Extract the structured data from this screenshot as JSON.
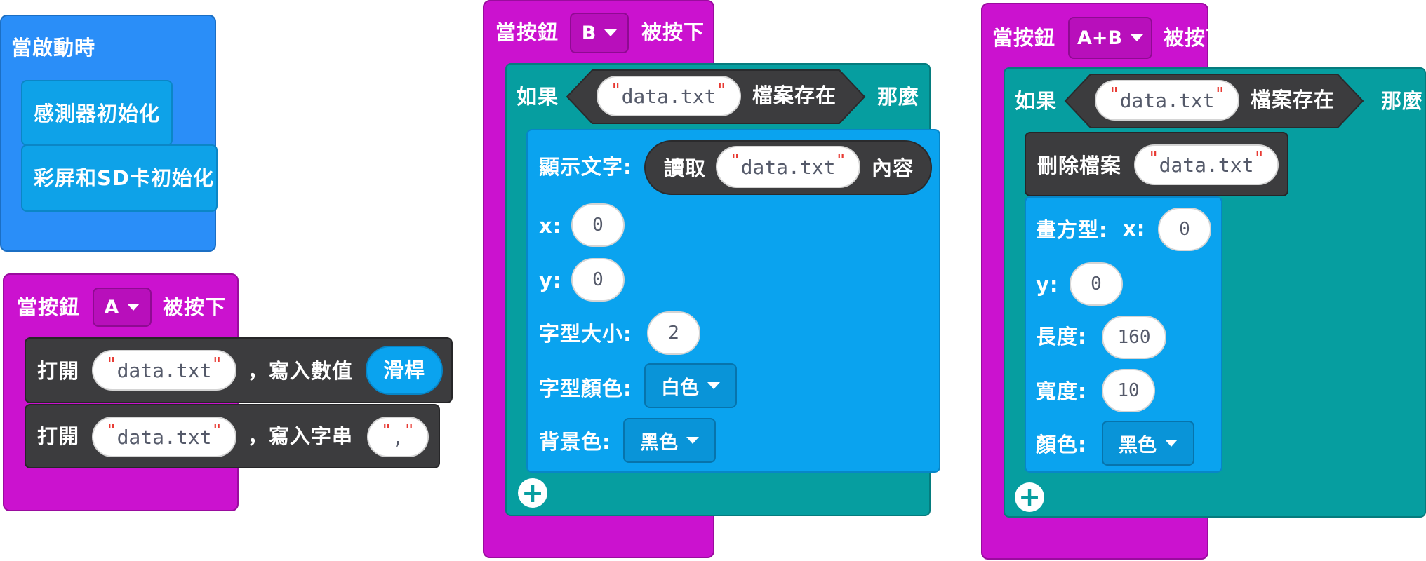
{
  "start_block": {
    "hat_label": "當啟動時",
    "statements": [
      "感測器初始化",
      "彩屏和SD卡初始化"
    ]
  },
  "button_a_block": {
    "prefix": "當按鈕",
    "button": "A",
    "suffix": "被按下",
    "row1": {
      "open_label": "打開",
      "filename": "data.txt",
      "action": "，寫入數值",
      "value": "滑桿"
    },
    "row2": {
      "open_label": "打開",
      "filename": "data.txt",
      "action": "，寫入字串",
      "value": ","
    }
  },
  "button_b_block": {
    "prefix": "當按鈕",
    "button": "B",
    "suffix": "被按下",
    "if_label": "如果",
    "condition_file": "data.txt",
    "condition_text": "檔案存在",
    "then_label": "那麼",
    "show_text_label": "顯示文字:",
    "read_label": "讀取",
    "read_file": "data.txt",
    "content_label": "內容",
    "x_label": "x:",
    "x_value": "0",
    "y_label": "y:",
    "y_value": "0",
    "font_size_label": "字型大小:",
    "font_size_value": "2",
    "font_color_label": "字型顏色:",
    "font_color_value": "白色",
    "bg_color_label": "背景色:",
    "bg_color_value": "黑色",
    "add_icon": "plus-circle-icon"
  },
  "button_ab_block": {
    "prefix": "當按鈕",
    "button": "A+B",
    "suffix": "被按下",
    "if_label": "如果",
    "condition_file": "data.txt",
    "condition_text": "檔案存在",
    "then_label": "那麼",
    "delete_label": "刪除檔案",
    "delete_file": "data.txt",
    "rect_label": "畫方型:",
    "x_label": "x:",
    "x_value": "0",
    "y_label": "y:",
    "y_value": "0",
    "length_label": "長度:",
    "length_value": "160",
    "width_label": "寬度:",
    "width_value": "10",
    "color_label": "顏色:",
    "color_value": "黑色",
    "add_icon": "plus-circle-icon"
  },
  "colors": {
    "event_blue": "#2a8ef8",
    "statement_light_blue": "#0ea2e8",
    "event_magenta": "#cb12cf",
    "file_dark": "#3c3c3e",
    "logic_teal": "#069ea0",
    "display_sky": "#0aa3ef"
  }
}
